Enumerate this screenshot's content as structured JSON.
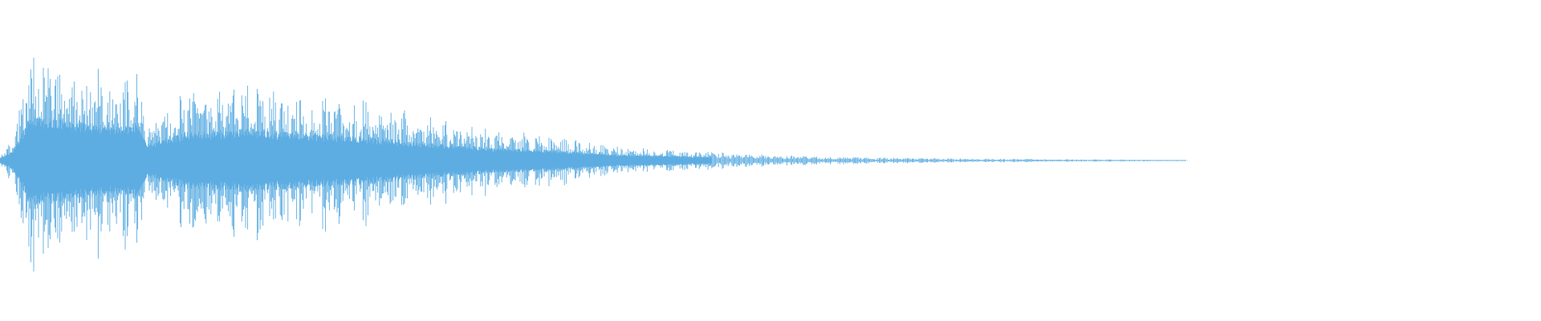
{
  "waveform": {
    "color": "#5dade2",
    "background": "#ffffff",
    "sound_portion": 0.77,
    "envelope": [
      {
        "t": 0.0,
        "amp": 0.05
      },
      {
        "t": 0.008,
        "amp": 0.2
      },
      {
        "t": 0.014,
        "amp": 0.62
      },
      {
        "t": 0.02,
        "amp": 0.98
      },
      {
        "t": 0.04,
        "amp": 0.92
      },
      {
        "t": 0.06,
        "amp": 0.82
      },
      {
        "t": 0.08,
        "amp": 0.78
      },
      {
        "t": 0.09,
        "amp": 0.85
      },
      {
        "t": 0.095,
        "amp": 0.35
      },
      {
        "t": 0.12,
        "amp": 0.62
      },
      {
        "t": 0.16,
        "amp": 0.7
      },
      {
        "t": 0.2,
        "amp": 0.6
      },
      {
        "t": 0.24,
        "amp": 0.52
      },
      {
        "t": 0.28,
        "amp": 0.38
      },
      {
        "t": 0.32,
        "amp": 0.28
      },
      {
        "t": 0.36,
        "amp": 0.22
      },
      {
        "t": 0.4,
        "amp": 0.13
      },
      {
        "t": 0.44,
        "amp": 0.1
      },
      {
        "t": 0.48,
        "amp": 0.06
      },
      {
        "t": 0.54,
        "amp": 0.035
      },
      {
        "t": 0.62,
        "amp": 0.02
      },
      {
        "t": 0.7,
        "amp": 0.012
      },
      {
        "t": 0.77,
        "amp": 0.006
      },
      {
        "t": 1.0,
        "amp": 0.0
      }
    ]
  }
}
